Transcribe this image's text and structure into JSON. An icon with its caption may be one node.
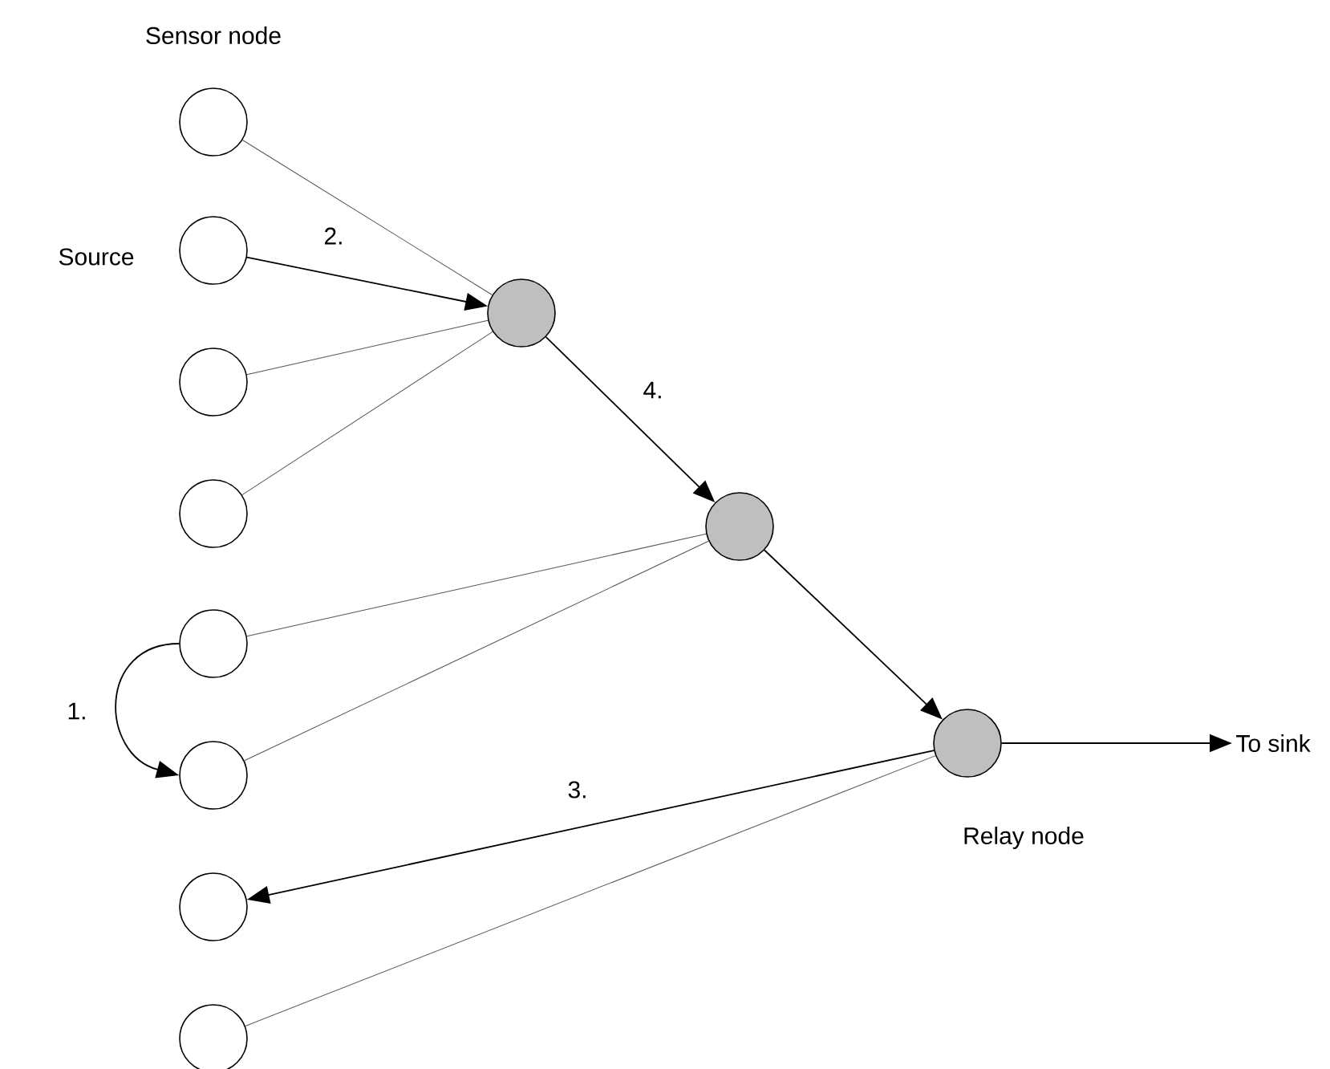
{
  "diagram": {
    "nodes": [
      {
        "text": [],
        "shape": "circle",
        "beside": [
          "Sensor node"
        ]
      },
      {
        "text": [],
        "shape": "circle",
        "beside": [
          "Source"
        ]
      },
      {
        "text": [],
        "shape": "circle"
      },
      {
        "text": [],
        "shape": "circle"
      },
      {
        "text": [],
        "shape": "circle"
      },
      {
        "text": [],
        "shape": "circle"
      },
      {
        "text": [],
        "shape": "circle"
      },
      {
        "text": [],
        "shape": "circle"
      },
      {
        "text": [],
        "shape": "circle"
      },
      {
        "text": [],
        "shape": "circle"
      },
      {
        "text": [],
        "shape": "circle",
        "beside": [
          "Relay node"
        ]
      },
      {
        "text": [
          "To sink"
        ]
      }
    ],
    "edges": [
      {
        "from": 0,
        "to": 8,
        "arrow": "none",
        "color": "#555555"
      },
      {
        "from": 1,
        "to": 8,
        "arrow": "to",
        "label": "2."
      },
      {
        "from": 2,
        "to": 8,
        "arrow": "none",
        "color": "#555555"
      },
      {
        "from": 3,
        "to": 8,
        "arrow": "none",
        "color": "#555555"
      },
      {
        "from": 8,
        "to": 9,
        "arrow": "to",
        "label": "4."
      },
      {
        "from": 4,
        "to": 9,
        "arrow": "none",
        "color": "#555555"
      },
      {
        "from": 5,
        "to": 9,
        "arrow": "none",
        "color": "#555555"
      },
      {
        "from": 9,
        "to": 10,
        "arrow": "to"
      },
      {
        "from": 4,
        "to": 5,
        "arrow": "to",
        "label": "1."
      },
      {
        "from": 10,
        "to": 6,
        "arrow": "to",
        "label": "3."
      },
      {
        "from": 10,
        "to": 7,
        "arrow": "none",
        "color": "#555555"
      },
      {
        "from": 10,
        "to": 11,
        "arrow": "to"
      }
    ]
  }
}
